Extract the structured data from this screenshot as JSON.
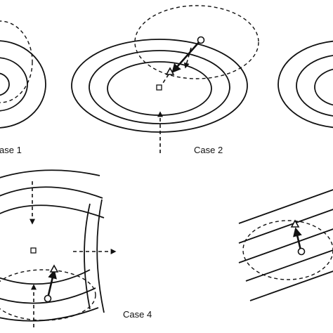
{
  "labels": {
    "case1": "ase 1",
    "case2": "Case 2",
    "case4": "Case 4"
  },
  "colors": {
    "ink": "#111111",
    "background": "#ffffff"
  },
  "panels": [
    "case-1",
    "case-2",
    "case-3",
    "case-4",
    "case-5"
  ]
}
